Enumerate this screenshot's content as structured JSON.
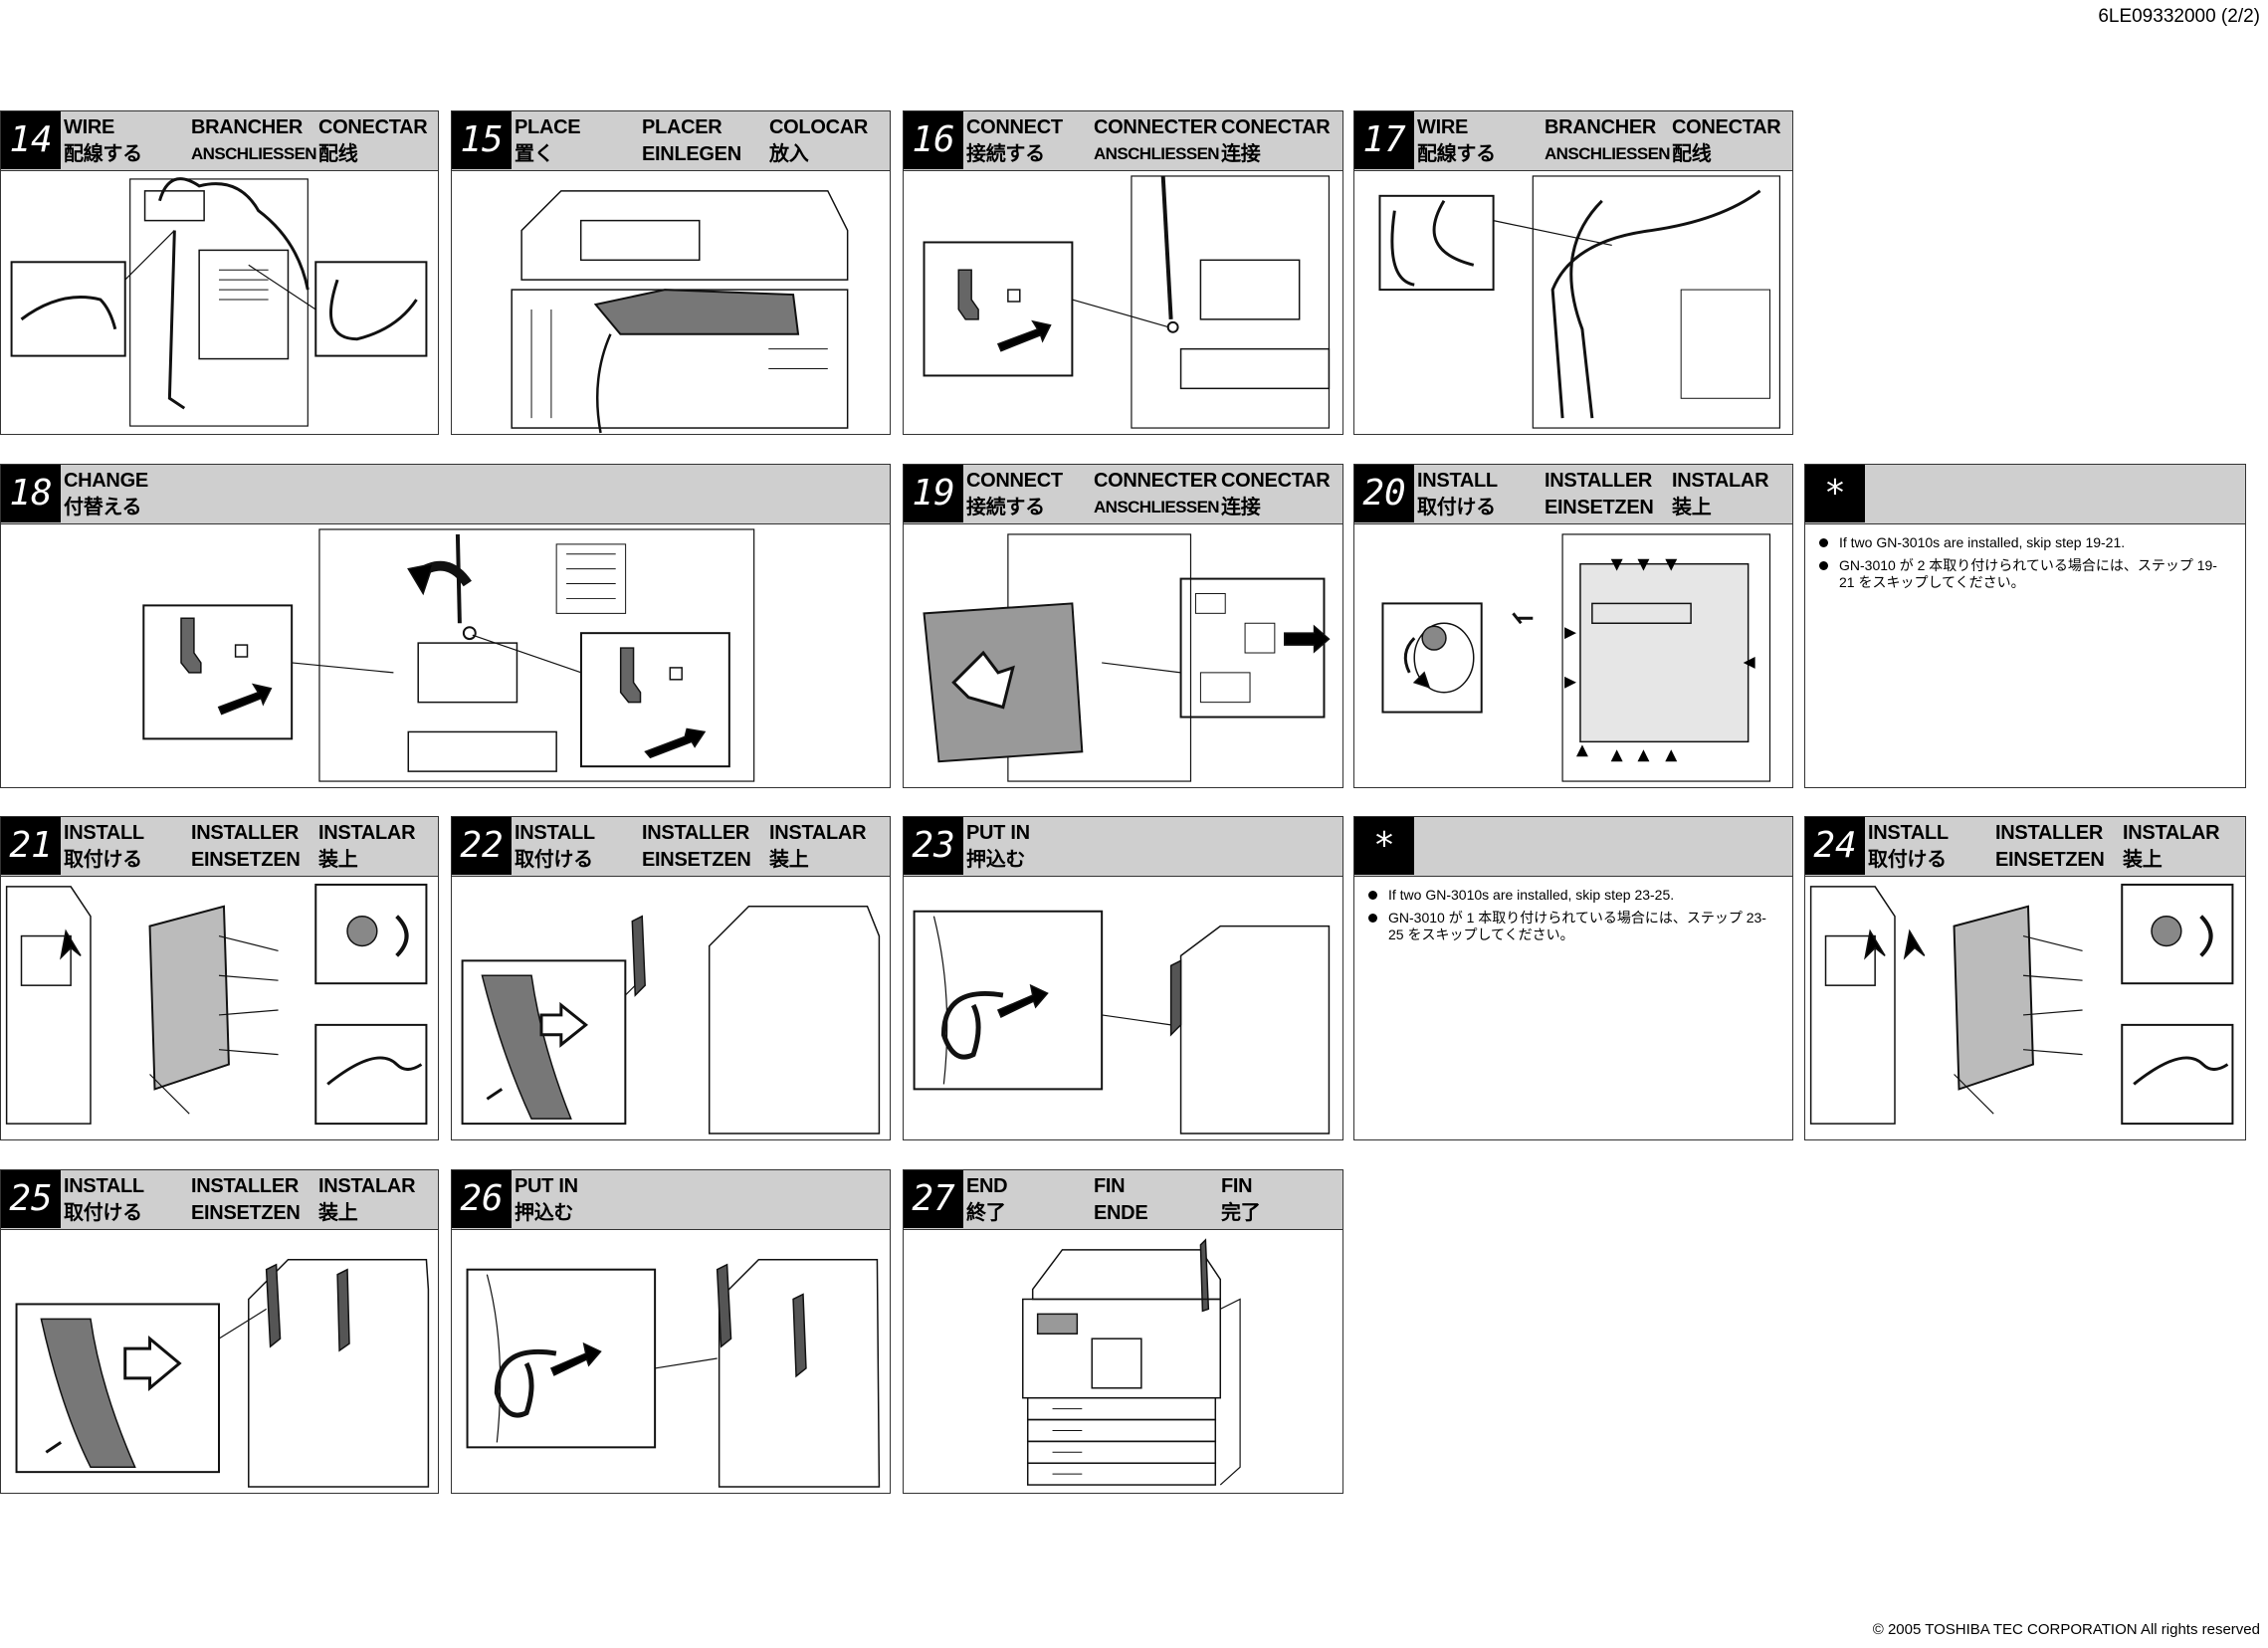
{
  "doc_code": "6LE09332000 (2/2)",
  "copyright": "© 2005 TOSHIBA TEC CORPORATION  All rights reserved",
  "steps": {
    "s14": {
      "num": "14",
      "l1": "WIRE",
      "l2": "BRANCHER",
      "l3": "CONECTAR",
      "l4": "配線する",
      "l5": "ANSCHLIESSEN",
      "l6": "配线"
    },
    "s15": {
      "num": "15",
      "l1": "PLACE",
      "l2": "PLACER",
      "l3": "COLOCAR",
      "l4": "置く",
      "l5": "EINLEGEN",
      "l6": "放入"
    },
    "s16": {
      "num": "16",
      "l1": "CONNECT",
      "l2": "CONNECTER",
      "l3": "CONECTAR",
      "l4": "接続する",
      "l5": "ANSCHLIESSEN",
      "l6": "连接"
    },
    "s17": {
      "num": "17",
      "l1": "WIRE",
      "l2": "BRANCHER",
      "l3": "CONECTAR",
      "l4": "配線する",
      "l5": "ANSCHLIESSEN",
      "l6": "配线"
    },
    "s18": {
      "num": "18",
      "l1": "CHANGE",
      "l4": "付替える"
    },
    "s19": {
      "num": "19",
      "l1": "CONNECT",
      "l2": "CONNECTER",
      "l3": "CONECTAR",
      "l4": "接続する",
      "l5": "ANSCHLIESSEN",
      "l6": "连接"
    },
    "s20": {
      "num": "20",
      "l1": "INSTALL",
      "l2": "INSTALLER",
      "l3": "INSTALAR",
      "l4": "取付ける",
      "l5": "EINSETZEN",
      "l6": "装上"
    },
    "n1": {
      "num": "*",
      "b1": "If two GN-3010s are installed, skip step 19-21.",
      "b2": "GN-3010 が 2 本取り付けられている場合には、ステップ 19-21 をスキップしてください。"
    },
    "s21": {
      "num": "21",
      "l1": "INSTALL",
      "l2": "INSTALLER",
      "l3": "INSTALAR",
      "l4": "取付ける",
      "l5": "EINSETZEN",
      "l6": "装上"
    },
    "s22": {
      "num": "22",
      "l1": "INSTALL",
      "l2": "INSTALLER",
      "l3": "INSTALAR",
      "l4": "取付ける",
      "l5": "EINSETZEN",
      "l6": "装上"
    },
    "s23": {
      "num": "23",
      "l1": "PUT IN",
      "l4": "押込む"
    },
    "n2": {
      "num": "*",
      "b1": "If two GN-3010s are installed, skip step 23-25.",
      "b2": "GN-3010 が 1 本取り付けられている場合には、ステップ 23-25 をスキップしてください。"
    },
    "s24": {
      "num": "24",
      "l1": "INSTALL",
      "l2": "INSTALLER",
      "l3": "INSTALAR",
      "l4": "取付ける",
      "l5": "EINSETZEN",
      "l6": "装上"
    },
    "s25": {
      "num": "25",
      "l1": "INSTALL",
      "l2": "INSTALLER",
      "l3": "INSTALAR",
      "l4": "取付ける",
      "l5": "EINSETZEN",
      "l6": "装上"
    },
    "s26": {
      "num": "26",
      "l1": "PUT IN",
      "l4": "押込む"
    },
    "s27": {
      "num": "27",
      "l1": "END",
      "l2": "FIN",
      "l3": "FIN",
      "l4": "終了",
      "l5": "ENDE",
      "l6": "完了"
    }
  }
}
